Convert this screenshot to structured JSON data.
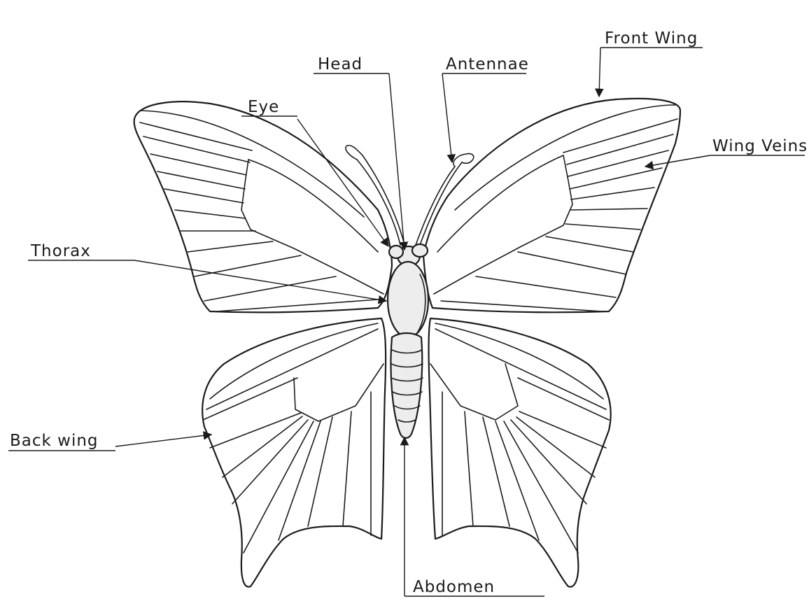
{
  "labels": {
    "head": "Head",
    "antennae": "Antennae",
    "front_wing": "Front Wing",
    "eye": "Eye",
    "wing_veins": "Wing Veins",
    "thorax": "Thorax",
    "back_wing": "Back wing",
    "abdomen": "Abdomen"
  }
}
